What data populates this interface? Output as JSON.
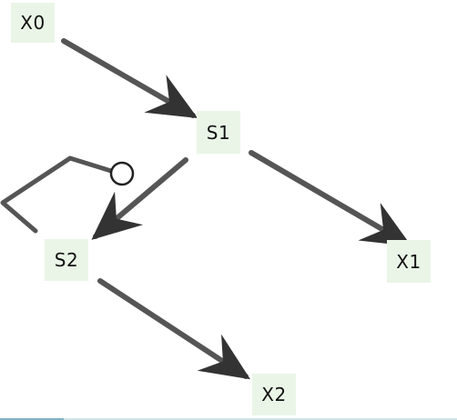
{
  "nodes": {
    "x0": {
      "label": "X0"
    },
    "s1": {
      "label": "S1"
    },
    "s2": {
      "label": "S2"
    },
    "x1": {
      "label": "X1"
    },
    "x2": {
      "label": "X2"
    }
  },
  "edges": [
    {
      "from": "X0",
      "to": "S1",
      "kind": "arrow"
    },
    {
      "from": "S1",
      "to": "S2",
      "kind": "arrow"
    },
    {
      "from": "S1",
      "to": "X1",
      "kind": "arrow"
    },
    {
      "from": "S2",
      "to": "X2",
      "kind": "arrow"
    },
    {
      "from": "S2",
      "to": "S2",
      "kind": "self-loop-circle"
    }
  ],
  "colors": {
    "node_fill": "#eaf5e8",
    "edge_stroke": "#555555",
    "arrowhead": "#333333"
  }
}
